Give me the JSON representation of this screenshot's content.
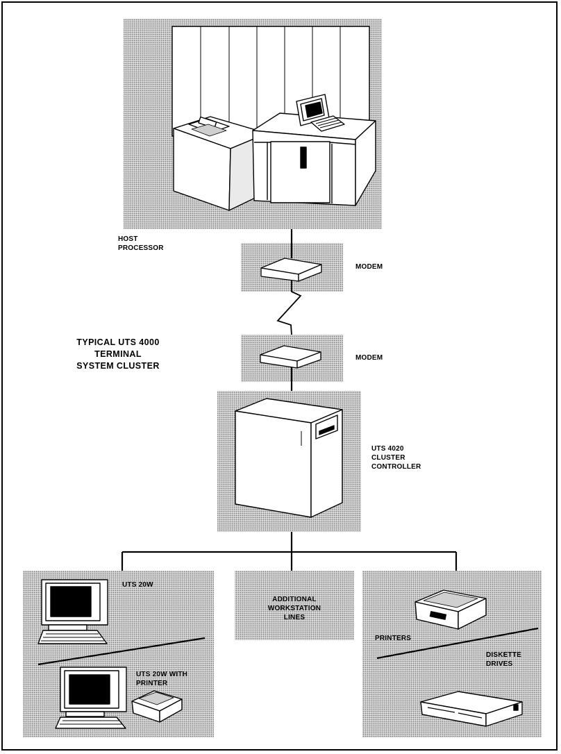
{
  "title_lines": [
    "TYPICAL UTS 4000",
    "TERMINAL",
    "SYSTEM CLUSTER"
  ],
  "labels": {
    "host_processor": "HOST\nPROCESSOR",
    "modem_top": "MODEM",
    "modem_bottom": "MODEM",
    "cluster_controller": "UTS 4020\nCLUSTER\nCONTROLLER",
    "uts20w": "UTS 20W",
    "uts20w_printer": "UTS 20W WITH\nPRINTER",
    "additional_lines": "ADDITIONAL\nWORKSTATION\nLINES",
    "printers": "PRINTERS",
    "diskette_drives": "DISKETTE\nDRIVES"
  },
  "colors": {
    "halftone_dot": "#8a8a8a",
    "halftone_bg": "#d6d6d6",
    "line": "#000000",
    "equipment_face": "#ffffff"
  }
}
